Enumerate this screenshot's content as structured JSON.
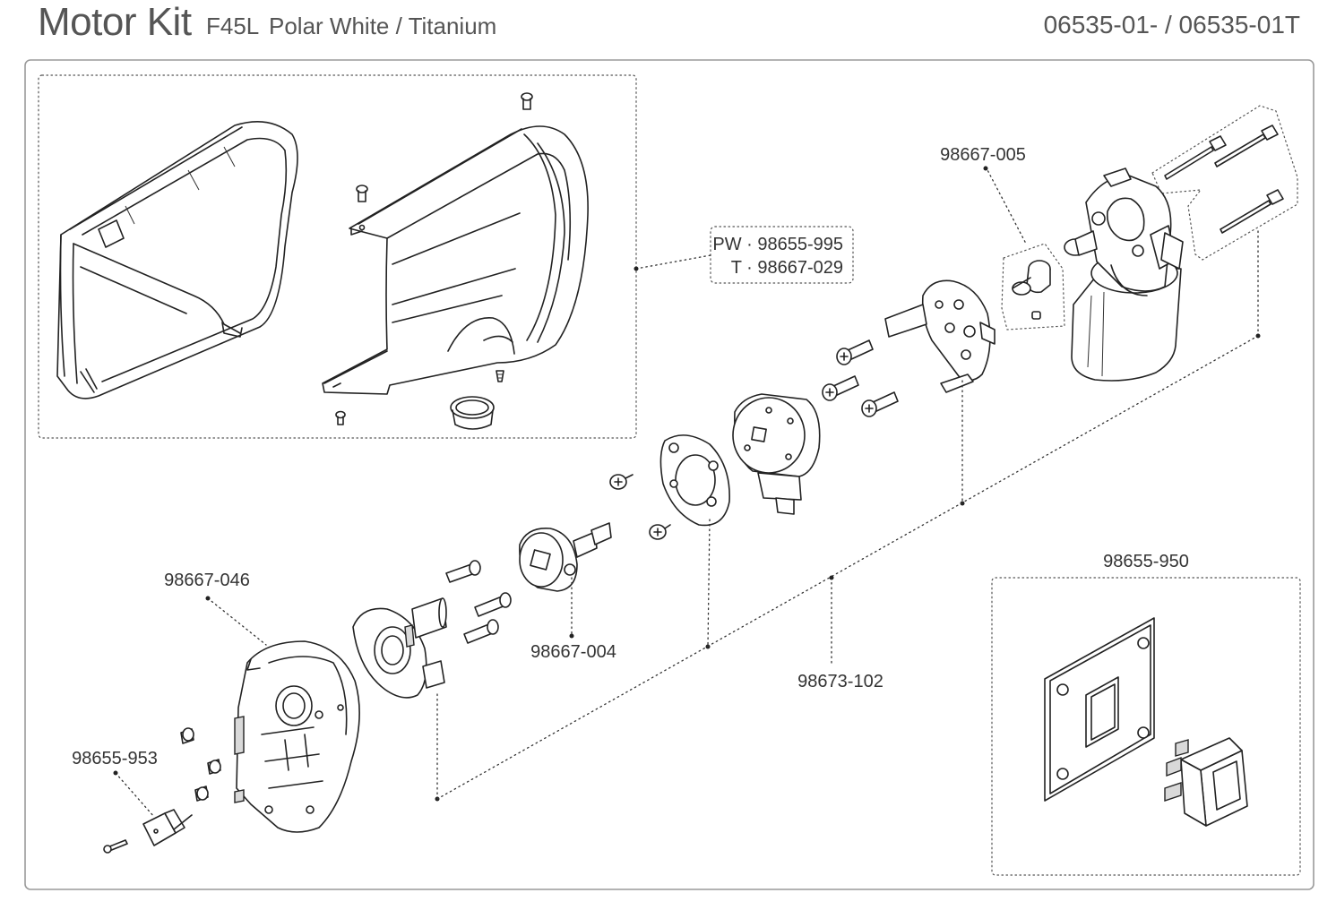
{
  "header": {
    "title": "Motor Kit",
    "model": "F45L",
    "variant": "Polar White / Titanium",
    "part_range": "06535-01- / 06535-01T"
  },
  "labels": {
    "cover_pw": "PW · 98655-995",
    "cover_t": "T · 98667-029",
    "motor": "98667-005",
    "housing": "98667-046",
    "coupler": "98667-004",
    "screw_kit": "98673-102",
    "limit_switch": "98655-953",
    "switch_kit": "98655-950"
  }
}
